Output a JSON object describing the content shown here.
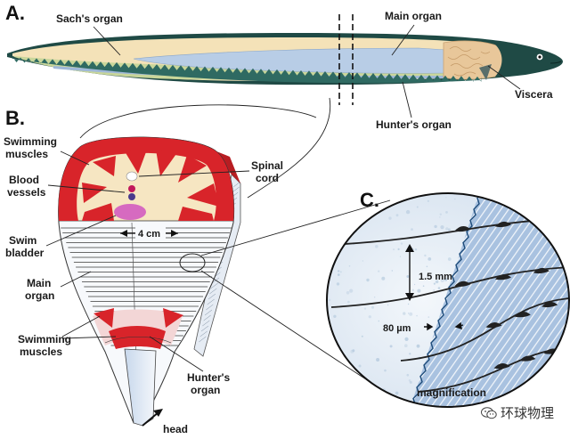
{
  "panels": {
    "a": "A.",
    "b": "B.",
    "c": "C."
  },
  "labels": {
    "sachs_organ": "Sach's organ",
    "main_organ_top": "Main organ",
    "viscera": "Viscera",
    "hunters_organ_top": "Hunter's organ",
    "swimming_muscles_top": "Swimming muscles",
    "blood_vessels": "Blood vessels",
    "spinal_cord": "Spinal cord",
    "swim_bladder": "Swim bladder",
    "main_organ_section": "Main organ",
    "swimming_muscles_bottom": "Swimming muscles",
    "hunters_organ_section": "Hunter's organ",
    "head": "head",
    "width_4cm": "4 cm",
    "spacing_1_5mm": "1.5 mm",
    "spacing_80um": "80 µm",
    "magnification": "magnification"
  },
  "watermark": "环球物理",
  "colors": {
    "muscle_red": "#d8242a",
    "fat_cream": "#f4e2b8",
    "organ_blue": "#b8cde6",
    "sachs_green": "#c9d69a",
    "viscera_tan": "#e8c79a",
    "skin_dark": "#1f4a45"
  }
}
